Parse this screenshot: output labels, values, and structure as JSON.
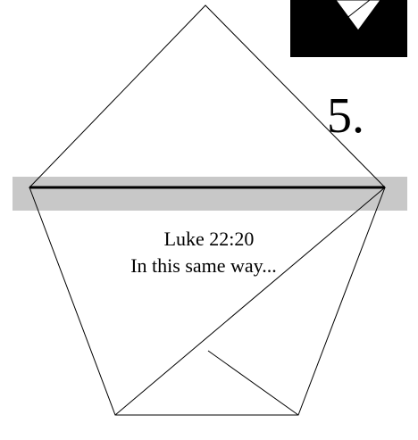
{
  "diagram": {
    "step_number": "5.",
    "caption": {
      "line1": "Luke 22:20",
      "line2": "In this same way..."
    },
    "colors": {
      "line": "#000000",
      "fold_band": "#c8c8c8",
      "thumbnail_fill": "#000000",
      "background": "#ffffff"
    }
  }
}
